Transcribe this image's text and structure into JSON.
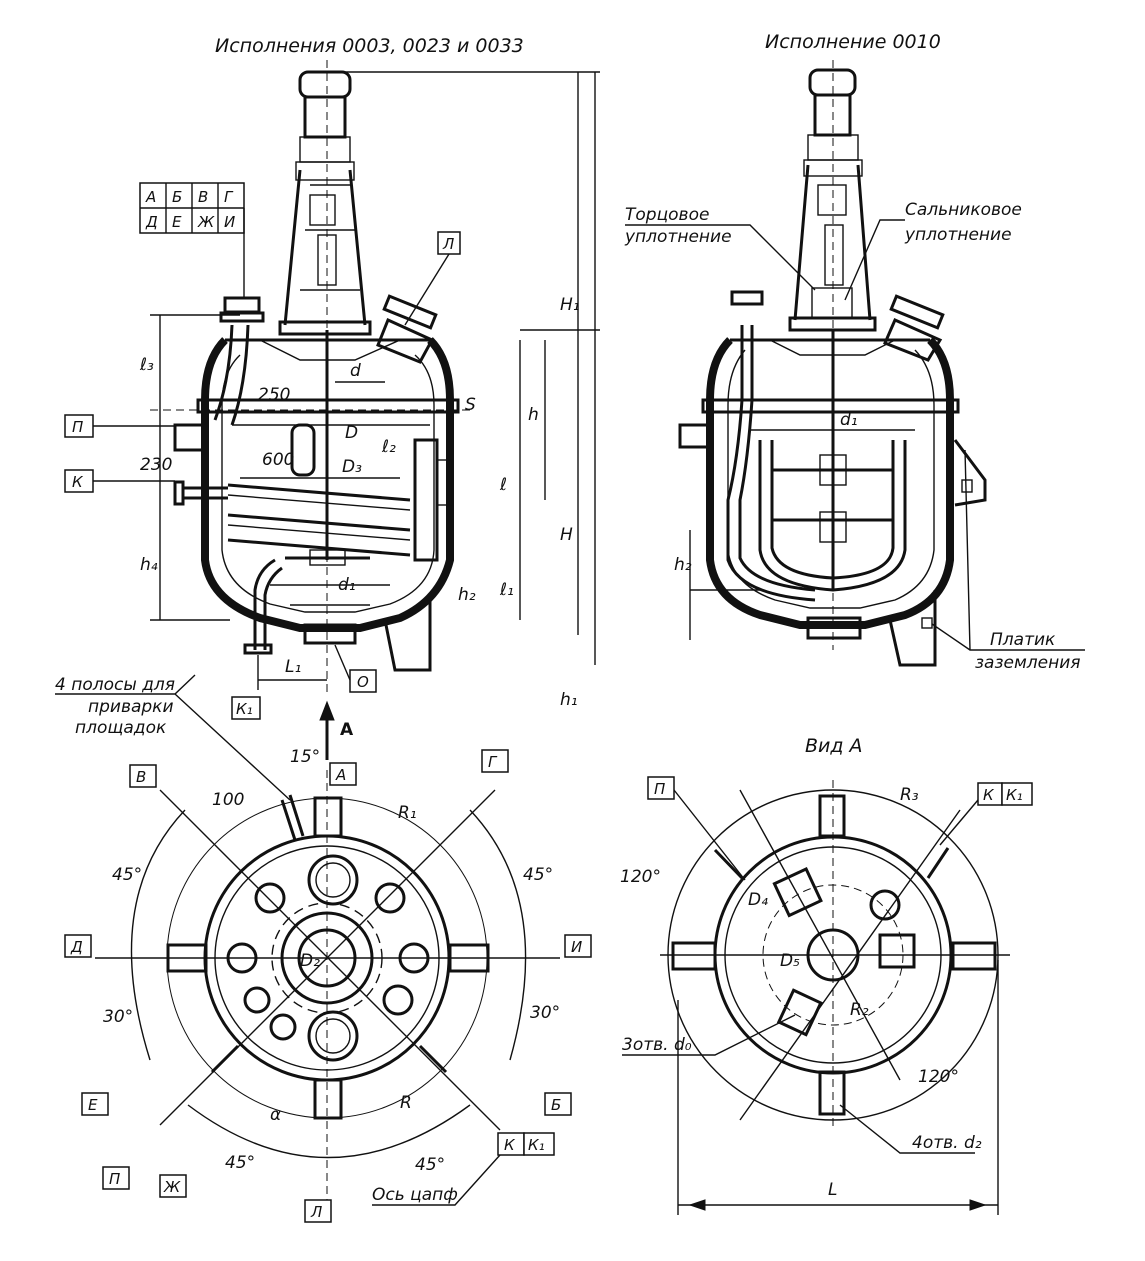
{
  "titles": {
    "left": "Исполнения 0003, 0023 и 0033",
    "right": "Исполнение 0010",
    "view_a": "Вид А"
  },
  "callouts": {
    "face_seal_1": "Торцовое",
    "face_seal_2": "уплотнение",
    "gland_seal_1": "Сальниковое",
    "gland_seal_2": "уплотнение",
    "ground_pad_1": "Платик",
    "ground_pad_2": "заземления",
    "strips_1": "4 полосы для",
    "strips_2": "приварки",
    "strips_3": "площадок",
    "trunnion_axis": "Ось цапф",
    "holes_3": "3отв. d₀",
    "holes_4": "4отв. d₂",
    "arrow_a": "А"
  },
  "nozzle_table": {
    "row1": [
      "А",
      "Б",
      "В",
      "Г"
    ],
    "row2": [
      "Д",
      "Е",
      "Ж",
      "И"
    ]
  },
  "nozzle_letters": {
    "L": "Л",
    "P": "П",
    "K": "К",
    "K1": "К₁",
    "O": "О",
    "A": "А",
    "B": "Б",
    "V": "В",
    "G": "Г",
    "D": "Д",
    "E": "Е",
    "ZH": "Ж",
    "I": "И"
  },
  "dimensions": {
    "H1": "H₁",
    "H": "H",
    "h": "h",
    "h1": "h₁",
    "h2": "h₂",
    "h4": "h₄",
    "l": "ℓ",
    "l1": "ℓ₁",
    "l2": "ℓ₂",
    "l3": "ℓ₃",
    "L1": "L₁",
    "d": "d",
    "d1": "d₁",
    "D": "D",
    "D2": "D₂",
    "D3": "D₃",
    "D4": "D₄",
    "D5": "D₅",
    "S": "S",
    "R": "R",
    "R1": "R₁",
    "R2": "R₂",
    "R3": "R₃",
    "L": "L",
    "alpha": "α",
    "v250": "250",
    "v230": "230",
    "v600": "600",
    "v100": "100",
    "a15": "15°",
    "a45a": "45°",
    "a45b": "45°",
    "a45c": "45°",
    "a45d": "45°",
    "a30a": "30°",
    "a30b": "30°",
    "a120a": "120°",
    "a120b": "120°"
  }
}
